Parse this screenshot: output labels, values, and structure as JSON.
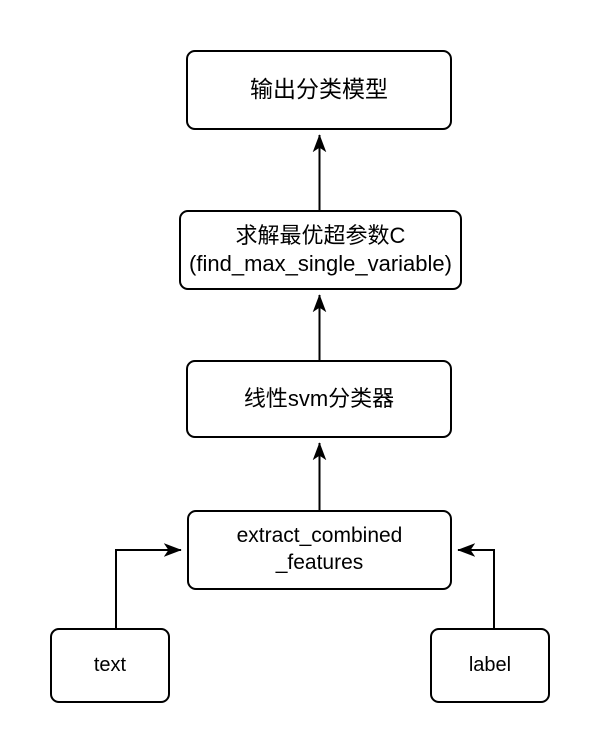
{
  "diagram": {
    "title": "SVM text classification pipeline flowchart",
    "background_color": "#ffffff",
    "stroke_color": "#000000",
    "fill_color": "#ffffff",
    "nodes": [
      {
        "id": "output-model",
        "label": "输出分类模型",
        "shape": "rounded-rectangle"
      },
      {
        "id": "find-hyperparam",
        "label": "求解最优超参数C\n(find_max_single_variable)",
        "shape": "rounded-rectangle"
      },
      {
        "id": "linear-svm",
        "label": "线性svm分类器",
        "shape": "rounded-rectangle"
      },
      {
        "id": "extract-features",
        "label": "extract_combined\n_features",
        "shape": "rounded-rectangle"
      },
      {
        "id": "text",
        "label": "text",
        "shape": "rounded-rectangle"
      },
      {
        "id": "label",
        "label": "label",
        "shape": "rounded-rectangle"
      }
    ],
    "edges": [
      {
        "id": "edge-extract-to-svm",
        "from": "extract-features",
        "to": "linear-svm",
        "arrow": "up"
      },
      {
        "id": "edge-svm-to-hyperparam",
        "from": "linear-svm",
        "to": "find-hyperparam",
        "arrow": "up"
      },
      {
        "id": "edge-hyperparam-to-output",
        "from": "find-hyperparam",
        "to": "output-model",
        "arrow": "up"
      },
      {
        "id": "edge-text-to-extract",
        "from": "text",
        "to": "extract-features",
        "arrow": "right"
      },
      {
        "id": "edge-label-to-extract",
        "from": "label",
        "to": "extract-features",
        "arrow": "left"
      }
    ]
  }
}
